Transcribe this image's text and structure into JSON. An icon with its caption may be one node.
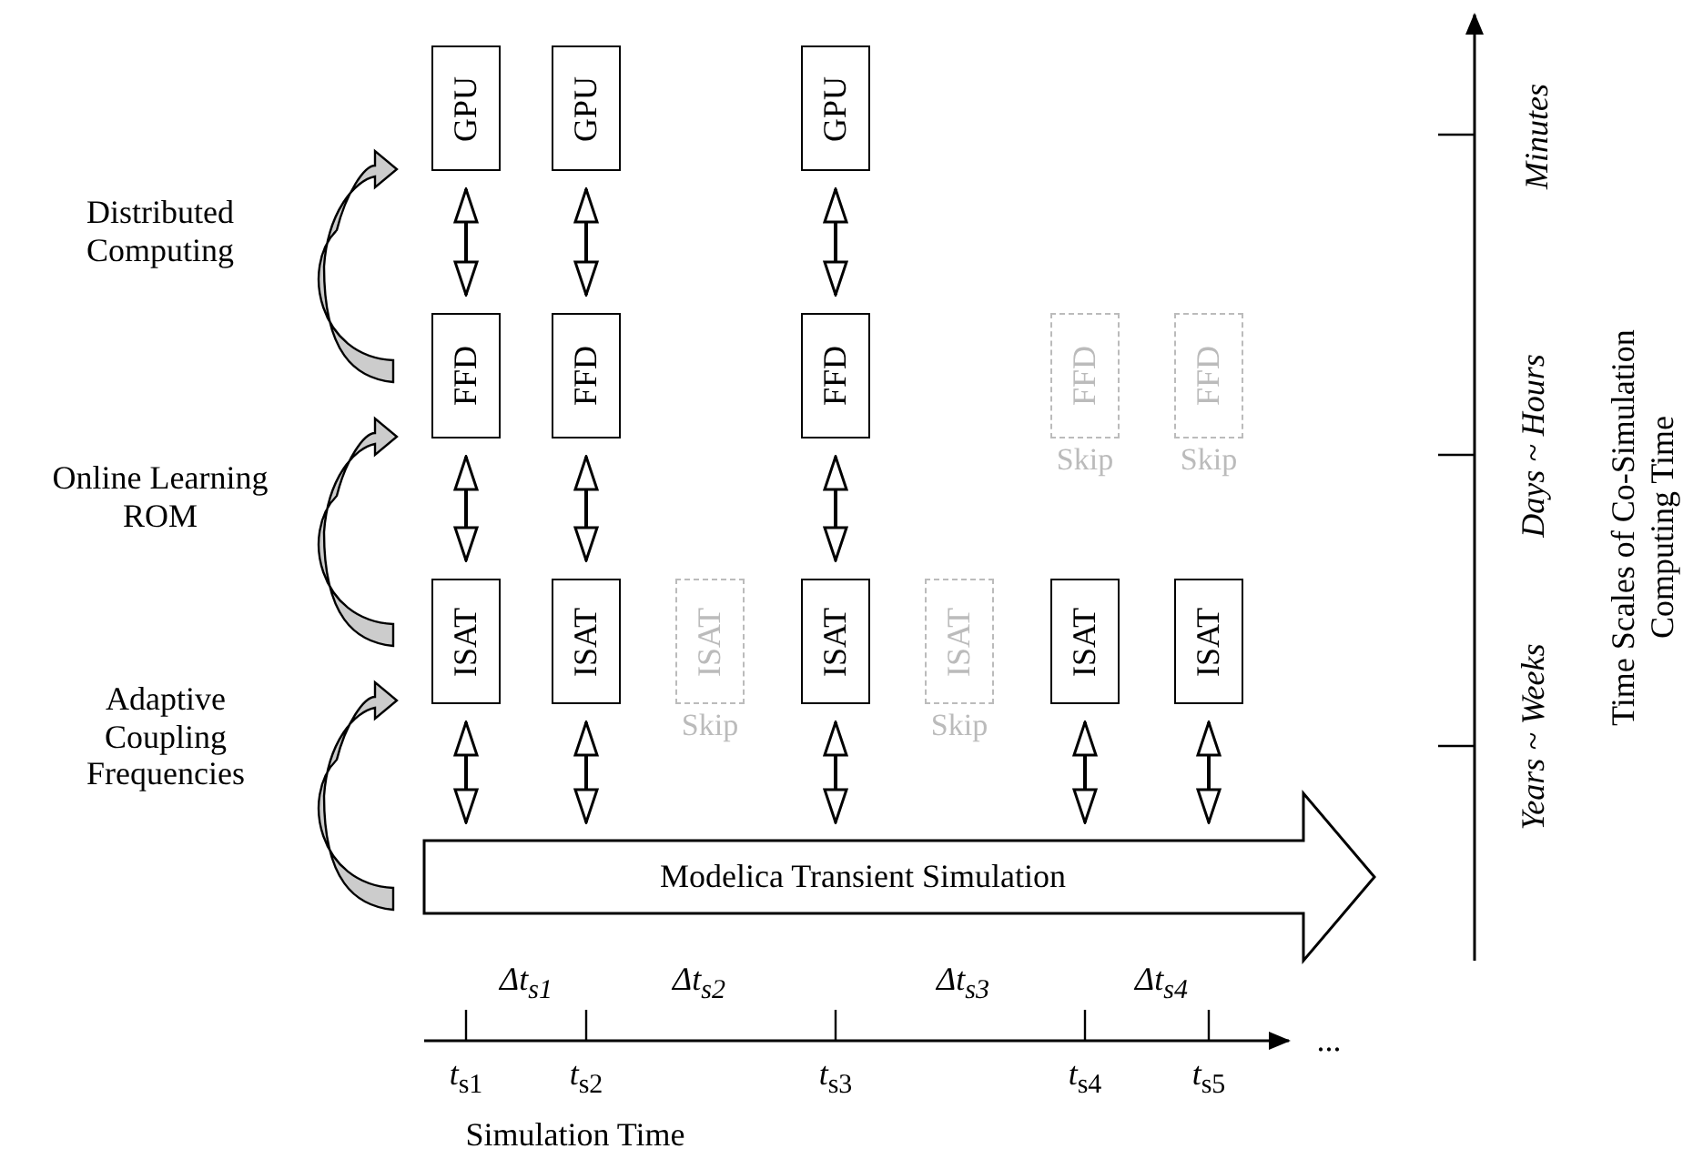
{
  "diagram": {
    "nodes": [
      {
        "text": [
          "GPU"
        ]
      },
      {
        "text": [
          "GPU"
        ]
      },
      {
        "text": [
          "GPU"
        ]
      },
      {
        "text": [
          "FFD"
        ]
      },
      {
        "text": [
          "FFD"
        ]
      },
      {
        "text": [
          "FFD"
        ]
      },
      {
        "text": [
          "FFD"
        ],
        "beside": [
          "Skip"
        ]
      },
      {
        "text": [
          "FFD"
        ],
        "beside": [
          "Skip"
        ]
      },
      {
        "text": [
          "ISAT"
        ]
      },
      {
        "text": [
          "ISAT"
        ]
      },
      {
        "text": [
          "ISAT"
        ],
        "beside": [
          "Skip"
        ]
      },
      {
        "text": [
          "ISAT"
        ]
      },
      {
        "text": [
          "ISAT"
        ],
        "beside": [
          "Skip"
        ]
      },
      {
        "text": [
          "ISAT"
        ]
      },
      {
        "text": [
          "ISAT"
        ]
      },
      {
        "text": [
          "Modelica Transient Simulation"
        ]
      }
    ],
    "edges": [
      {
        "from": 0,
        "to": 3,
        "arrow": "both"
      },
      {
        "from": 1,
        "to": 4,
        "arrow": "both"
      },
      {
        "from": 2,
        "to": 5,
        "arrow": "both"
      },
      {
        "from": 3,
        "to": 8,
        "arrow": "both"
      },
      {
        "from": 4,
        "to": 9,
        "arrow": "both"
      },
      {
        "from": 5,
        "to": 11,
        "arrow": "both"
      },
      {
        "from": 8,
        "to": 15,
        "arrow": "both"
      },
      {
        "from": 9,
        "to": 15,
        "arrow": "both"
      },
      {
        "from": 11,
        "to": 15,
        "arrow": "both"
      },
      {
        "from": 13,
        "to": 15,
        "arrow": "both"
      },
      {
        "from": 14,
        "to": 15,
        "arrow": "both"
      }
    ],
    "labels": [
      "Distributed Computing",
      "Online Learning ROM",
      "Adaptive Coupling Frequencies",
      "Minutes",
      "Days ~ Hours",
      "Years ~ Weeks",
      "Time Scales of Co-Simulation Computing Time",
      "Δt$_{s1}$",
      "Δt$_{s2}$",
      "Δt$_{s3}$",
      "Δt$_{s4}$",
      "...",
      "*t*$_{s1}$",
      "*t*$_{s2}$",
      "*t*$_{s3}$",
      "*t*$_{s4}$",
      "*t*$_{s5}$",
      "Simulation Time"
    ]
  }
}
